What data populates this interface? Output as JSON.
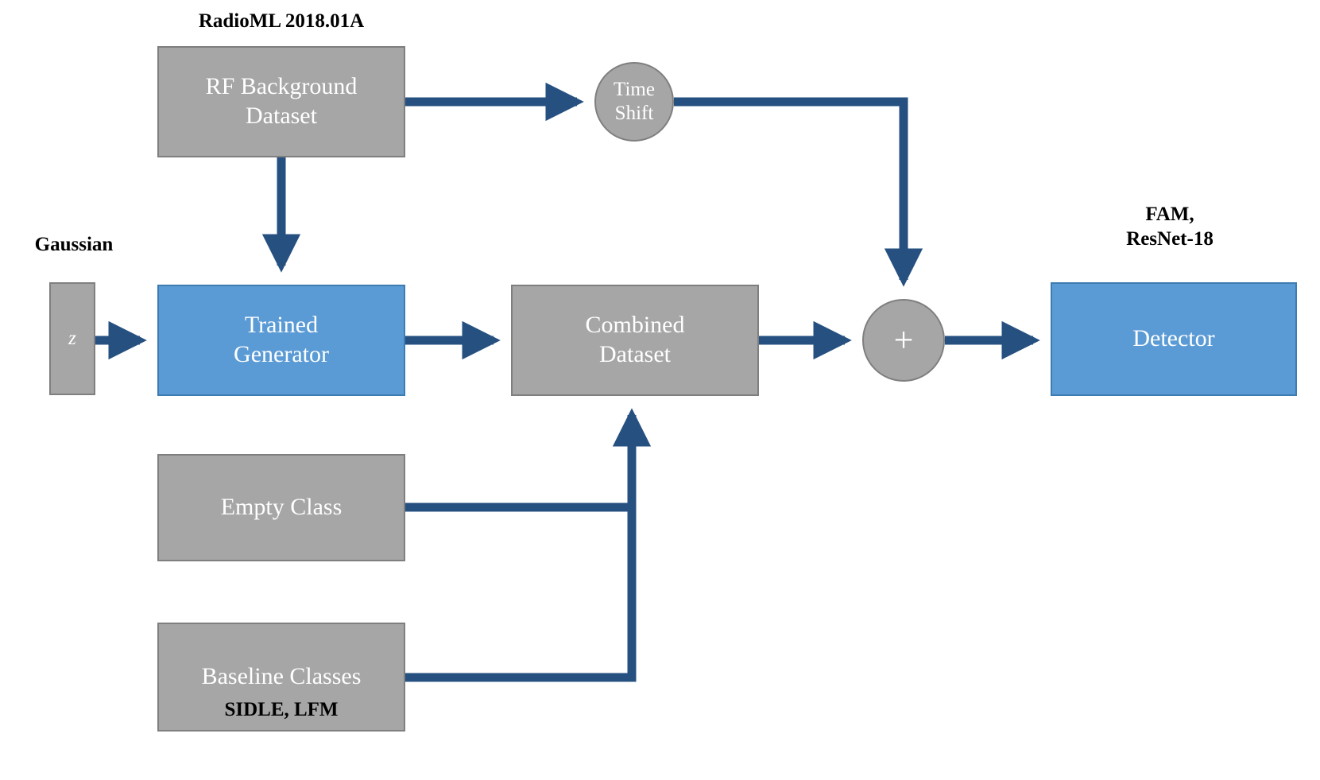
{
  "diagram": {
    "title": "RF signal detection pipeline block diagram",
    "colors": {
      "gray_fill": "#a6a6a6",
      "gray_border": "#7f7f7f",
      "blue_fill": "#5b9bd5",
      "blue_border": "#3d7cb0",
      "arrow": "#255080",
      "label_text": "#000000",
      "node_text": "#ffffff",
      "background": "#ffffff"
    },
    "nodes": {
      "rf_background_dataset": {
        "label": "RF Background\nDataset",
        "shape": "rectangle",
        "fill": "gray"
      },
      "time_shift": {
        "label": "Time\nShift",
        "shape": "circle",
        "fill": "gray"
      },
      "latent_vector": {
        "label": "z",
        "shape": "rectangle",
        "fill": "gray"
      },
      "trained_generator": {
        "label": "Trained\nGenerator",
        "shape": "rectangle",
        "fill": "blue"
      },
      "combined_dataset": {
        "label": "Combined\nDataset",
        "shape": "rectangle",
        "fill": "gray"
      },
      "adder": {
        "label": "+",
        "shape": "circle",
        "fill": "gray"
      },
      "detector": {
        "label": "Detector",
        "shape": "rectangle",
        "fill": "blue"
      },
      "empty_class": {
        "label": "Empty Class",
        "shape": "rectangle",
        "fill": "gray"
      },
      "baseline_classes": {
        "label": "Baseline Classes",
        "shape": "rectangle",
        "fill": "gray"
      }
    },
    "captions": {
      "radioml": "RadioML 2018.01A",
      "gaussian": "Gaussian",
      "fam_resnet": "FAM,\nResNet-18",
      "sidle_lfm": "SIDLE, LFM"
    },
    "edges": [
      {
        "from": "rf_background_dataset",
        "to": "time_shift",
        "style": "arrow"
      },
      {
        "from": "rf_background_dataset",
        "to": "trained_generator",
        "style": "arrow"
      },
      {
        "from": "time_shift",
        "to": "adder",
        "style": "arrow"
      },
      {
        "from": "latent_vector",
        "to": "trained_generator",
        "style": "arrow"
      },
      {
        "from": "trained_generator",
        "to": "combined_dataset",
        "style": "arrow"
      },
      {
        "from": "combined_dataset",
        "to": "adder",
        "style": "arrow"
      },
      {
        "from": "adder",
        "to": "detector",
        "style": "arrow"
      },
      {
        "from": "empty_class",
        "to": "combined_dataset",
        "style": "arrow"
      },
      {
        "from": "baseline_classes",
        "to": "combined_dataset",
        "style": "arrow"
      }
    ]
  }
}
